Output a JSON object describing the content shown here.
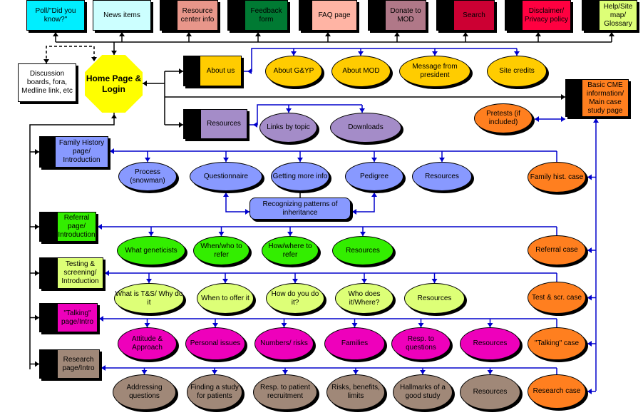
{
  "top_nav": {
    "poll": "Poll/\"Did you know?\"",
    "news": "News items",
    "resource_center": "Resource center info",
    "feedback": "Feedback form",
    "faq": "FAQ page",
    "donate": "Donate to MOD",
    "search": "Search",
    "disclaimer": "Disclaimer/ Privacy policy",
    "help": "Help/Site map/ Glossary"
  },
  "discussion": "Discussion boards, fora, Medline link, etc",
  "home": "Home Page & Login",
  "about": {
    "label": "About us",
    "children": [
      "About G&YP",
      "About MOD",
      "Message from president",
      "Site credits"
    ]
  },
  "resources": {
    "label": "Resources",
    "children": [
      "Links by topic",
      "Downloads"
    ]
  },
  "cme": {
    "label": "Basic CME information/ Main case study page",
    "pretests": "Pretests (if included)"
  },
  "sections": [
    {
      "label": "Family History page/ Introduction",
      "children": [
        "Process (snowman)",
        "Questionnaire",
        "Getting more info",
        "Pedigree",
        "Resources"
      ],
      "case": "Family hist. case",
      "extra": "Recognizing patterns of inheritance"
    },
    {
      "label": "Referral page/ Introduction",
      "children": [
        "What geneticists",
        "When/who to refer",
        "How/where to refer",
        "Resources"
      ],
      "case": "Referral case"
    },
    {
      "label": "Testing & screening/ Introduction",
      "children": [
        "What is  T&S/ Why do it",
        "When to offer it",
        "How do you do it?",
        "Who does it/Where?",
        "Resources"
      ],
      "case": "Test & scr. case"
    },
    {
      "label": "\"Talking\" page/Intro",
      "children": [
        "Attitude & Approach",
        "Personal issues",
        "Numbers/ risks",
        "Families",
        "Resp. to questions",
        "Resources"
      ],
      "case": "\"Talking\" case"
    },
    {
      "label": "Research page/Intro",
      "children": [
        "Addressing questions",
        "Finding a study for patients",
        "Resp. to patient recruitment",
        "Risks, benefits, limits",
        "Hallmarks of a good study",
        "Resources"
      ],
      "case": "Research case"
    }
  ],
  "colors": {
    "poll": "#00eeff",
    "news": "#ccffff",
    "resource_center": "#e8968a",
    "feedback": "#007a33",
    "faq": "#ffb4a4",
    "donate": "#b07888",
    "search": "#cc0033",
    "disclaimer": "#ff0040",
    "help": "#ddff77",
    "home": "#ffff00",
    "about": "#ffcc00",
    "resources": "#a48cc8",
    "case": "#ff7f1f",
    "family": "#8899ff",
    "referral": "#33ee00",
    "testing": "#ddff77",
    "talking": "#ee00bb",
    "research": "#a08878",
    "blue_link": "#0000cc"
  }
}
